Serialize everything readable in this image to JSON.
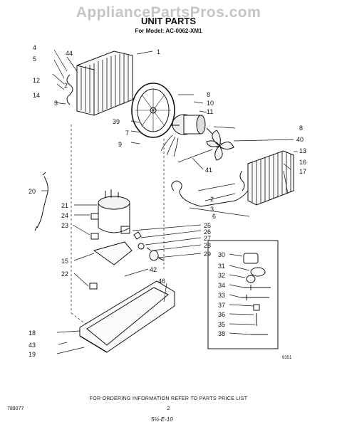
{
  "watermark": "AppliancePartsPros.com",
  "header": {
    "title": "UNIT PARTS",
    "model_line": "For Model: AC-0062-XM1"
  },
  "footer": {
    "left_code": "789077",
    "order_note": "FOR ORDERING INFORMATION REFER TO PARTS PRICE LIST",
    "page_number": "2",
    "handwritten": "5½-E-10",
    "diagram_code": "9351"
  },
  "part_labels": {
    "p1": "1",
    "p2a": "2",
    "p2b": "2",
    "p3a": "3",
    "p3b": "3",
    "p4": "4",
    "p5": "5",
    "p6": "6",
    "p7": "7",
    "p8a": "8",
    "p8b": "8",
    "p9": "9",
    "p10": "10",
    "p11": "11",
    "p12": "12",
    "p13": "13",
    "p14": "14",
    "p15": "15",
    "p16": "16",
    "p17": "17",
    "p18": "18",
    "p19": "19",
    "p20": "20",
    "p21": "21",
    "p22": "22",
    "p23": "23",
    "p24": "24",
    "p25": "25",
    "p26": "26",
    "p27": "27",
    "p28": "28",
    "p29": "29",
    "p30": "30",
    "p31": "31",
    "p32": "32",
    "p33": "33",
    "p34": "34",
    "p35": "35",
    "p36": "36",
    "p37": "37",
    "p38": "38",
    "p39": "39",
    "p40": "40",
    "p41": "41",
    "p42": "42",
    "p43": "43",
    "p44": "44",
    "p46": "46"
  }
}
